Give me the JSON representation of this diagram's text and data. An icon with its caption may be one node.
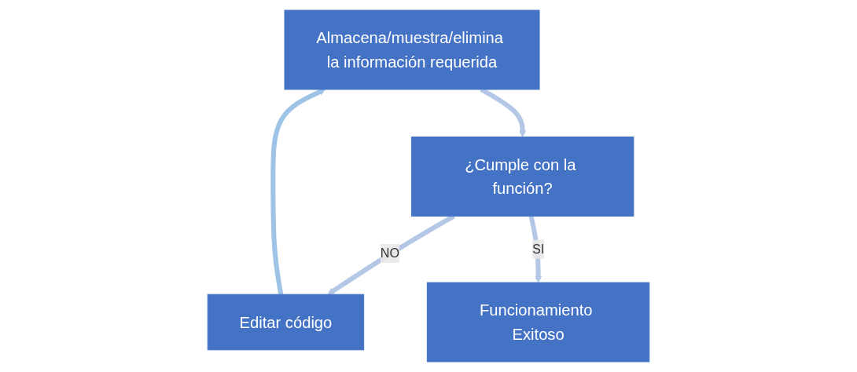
{
  "diagram": {
    "nodes": [
      {
        "text": [
          "Almacena/muestra/elimina la información requerida"
        ]
      },
      {
        "text": [
          "¿Cumple con la función?"
        ]
      },
      {
        "text": [
          "Editar código"
        ]
      },
      {
        "text": [
          "Funcionamiento Exitoso"
        ]
      }
    ],
    "edges": [
      {
        "from": 0,
        "to": 1,
        "arrow": "to"
      },
      {
        "from": 1,
        "to": 2,
        "arrow": "to",
        "label": "NO"
      },
      {
        "from": 1,
        "to": 3,
        "arrow": "to",
        "label": "SI"
      },
      {
        "from": 2,
        "to": 0,
        "arrow": "to",
        "color": "#9dc3e6"
      }
    ]
  }
}
